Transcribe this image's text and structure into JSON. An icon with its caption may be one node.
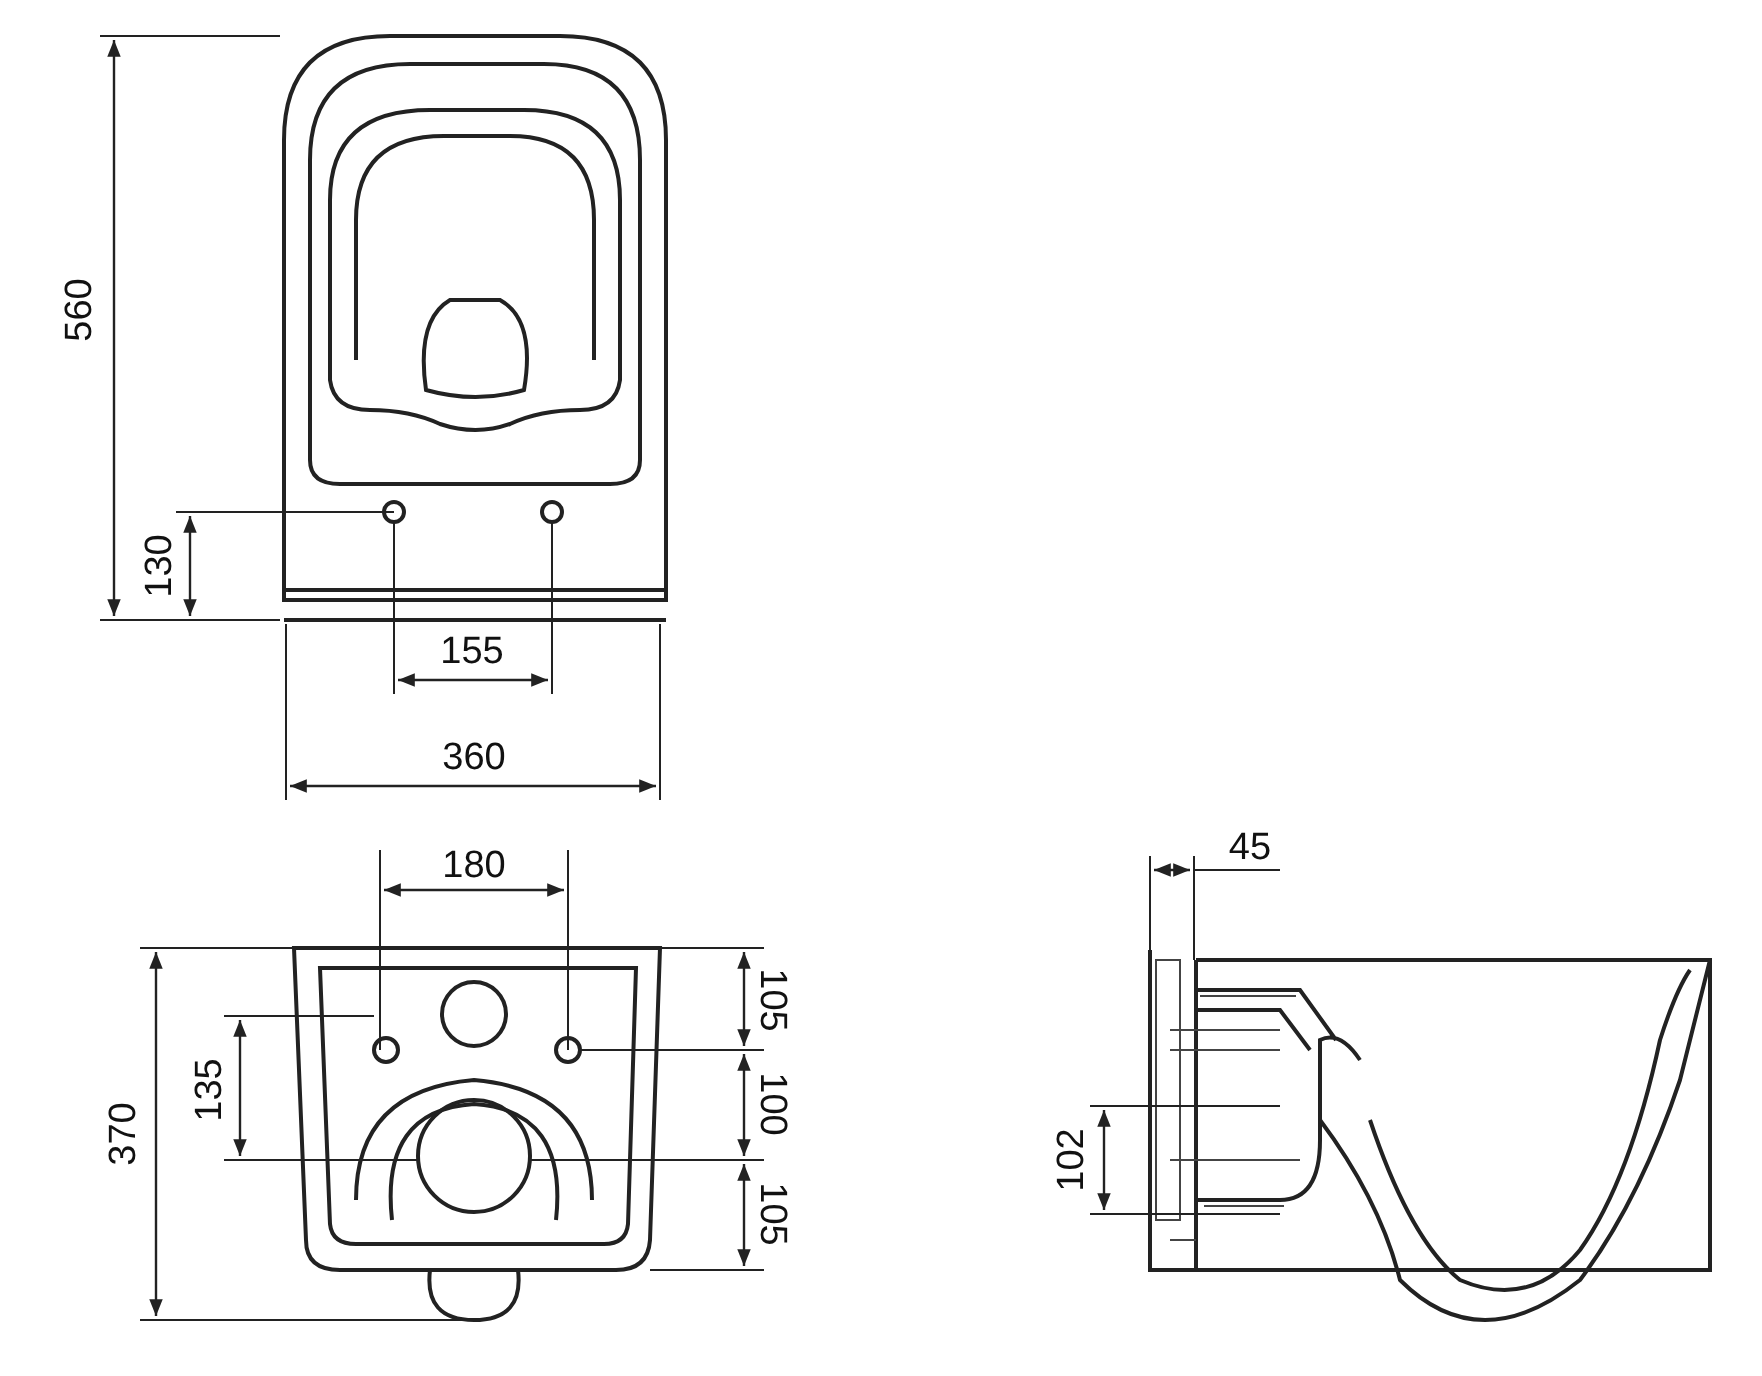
{
  "diagram": {
    "labels": [
      "560",
      "130",
      "155",
      "360",
      "180",
      "105",
      "370",
      "135",
      "100",
      "45",
      "105",
      "102"
    ]
  }
}
